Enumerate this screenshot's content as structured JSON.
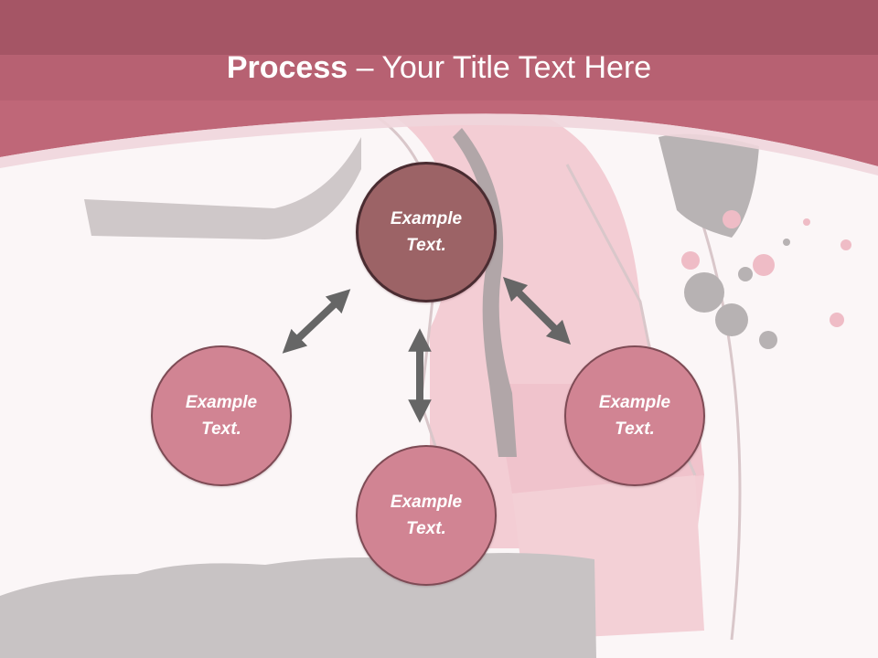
{
  "title": {
    "bold": "Process",
    "separator": " – ",
    "rest": "Your Title Text Here"
  },
  "colors": {
    "header": "#bf6778",
    "center_node": "#9c6366",
    "node": "#d18493",
    "arrow": "#666666",
    "node_text": "#ffffff"
  },
  "nodes": {
    "center": {
      "line1": "Example",
      "line2": "Text."
    },
    "left": {
      "line1": "Example",
      "line2": "Text."
    },
    "right": {
      "line1": "Example",
      "line2": "Text."
    },
    "bottom": {
      "line1": "Example",
      "line2": "Text."
    }
  },
  "connectors": [
    {
      "from": "center",
      "to": "left",
      "type": "double-arrow"
    },
    {
      "from": "center",
      "to": "right",
      "type": "double-arrow"
    },
    {
      "from": "center",
      "to": "bottom",
      "type": "double-arrow"
    }
  ]
}
